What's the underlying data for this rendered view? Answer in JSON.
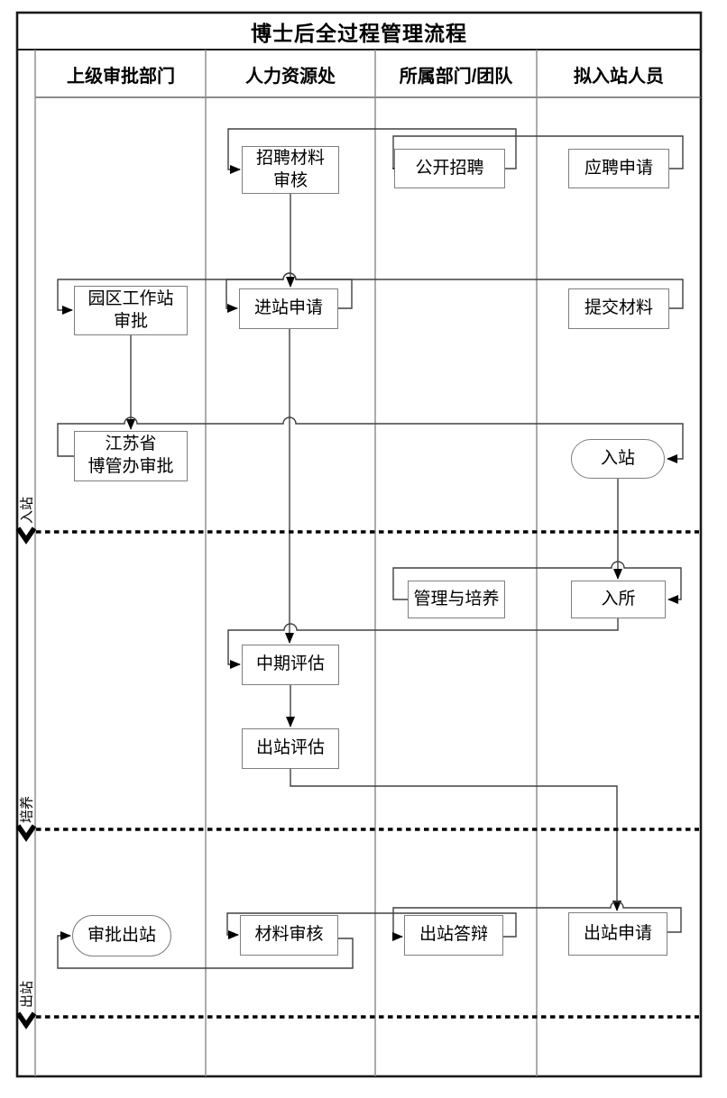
{
  "title": "博士后全过程管理流程",
  "lanes": [
    {
      "label": "上级审批部门"
    },
    {
      "label": "人力资源处"
    },
    {
      "label": "所属部门/团队"
    },
    {
      "label": "拟入站人员"
    }
  ],
  "phases": [
    {
      "label": "入站"
    },
    {
      "label": "培养"
    },
    {
      "label": "出站"
    }
  ],
  "nodes": {
    "recruit_material_review": {
      "label": "招聘材料\n审核",
      "type": "process",
      "lane": "人力资源处"
    },
    "open_recruitment": {
      "label": "公开招聘",
      "type": "process",
      "lane": "所属部门/团队"
    },
    "application": {
      "label": "应聘申请",
      "type": "process",
      "lane": "拟入站人员"
    },
    "park_station_approval": {
      "label": "园区工作站\n审批",
      "type": "process",
      "lane": "上级审批部门"
    },
    "entry_application": {
      "label": "进站申请",
      "type": "process",
      "lane": "人力资源处"
    },
    "submit_materials": {
      "label": "提交材料",
      "type": "process",
      "lane": "拟入站人员"
    },
    "jiangsu_approval": {
      "label": "江苏省\n博管办审批",
      "type": "process",
      "lane": "上级审批部门"
    },
    "enter_station": {
      "label": "入站",
      "type": "terminator",
      "lane": "拟入站人员"
    },
    "management_cultivation": {
      "label": "管理与培养",
      "type": "process",
      "lane": "所属部门/团队"
    },
    "enter_institute": {
      "label": "入所",
      "type": "process",
      "lane": "拟入站人员"
    },
    "midterm_evaluation": {
      "label": "中期评估",
      "type": "process",
      "lane": "人力资源处"
    },
    "exit_evaluation": {
      "label": "出站评估",
      "type": "process",
      "lane": "人力资源处"
    },
    "exit_approval": {
      "label": "审批出站",
      "type": "terminator",
      "lane": "上级审批部门"
    },
    "material_review": {
      "label": "材料审核",
      "type": "process",
      "lane": "人力资源处"
    },
    "exit_defense": {
      "label": "出站答辩",
      "type": "process",
      "lane": "所属部门/团队"
    },
    "exit_application": {
      "label": "出站申请",
      "type": "process",
      "lane": "拟入站人员"
    }
  },
  "edges": [
    {
      "from": "application",
      "to": "open_recruitment"
    },
    {
      "from": "open_recruitment",
      "to": "recruit_material_review"
    },
    {
      "from": "recruit_material_review",
      "to": "entry_application"
    },
    {
      "from": "submit_materials",
      "to": "entry_application"
    },
    {
      "from": "entry_application",
      "to": "park_station_approval"
    },
    {
      "from": "park_station_approval",
      "to": "jiangsu_approval"
    },
    {
      "from": "jiangsu_approval",
      "to": "enter_station"
    },
    {
      "from": "enter_station",
      "to": "enter_institute"
    },
    {
      "from": "management_cultivation",
      "to": "enter_institute"
    },
    {
      "from": "enter_institute",
      "to": "midterm_evaluation"
    },
    {
      "from": "entry_application",
      "to": "midterm_evaluation"
    },
    {
      "from": "midterm_evaluation",
      "to": "exit_evaluation"
    },
    {
      "from": "exit_evaluation",
      "to": "exit_application"
    },
    {
      "from": "exit_application",
      "to": "exit_defense"
    },
    {
      "from": "exit_defense",
      "to": "material_review"
    },
    {
      "from": "material_review",
      "to": "exit_approval"
    }
  ],
  "colors": {
    "outer_border": "#1a1a1a",
    "lane_line": "#888888",
    "box_border": "#7f7f7f",
    "connector": "#404040",
    "phase_divider": "#000000"
  }
}
